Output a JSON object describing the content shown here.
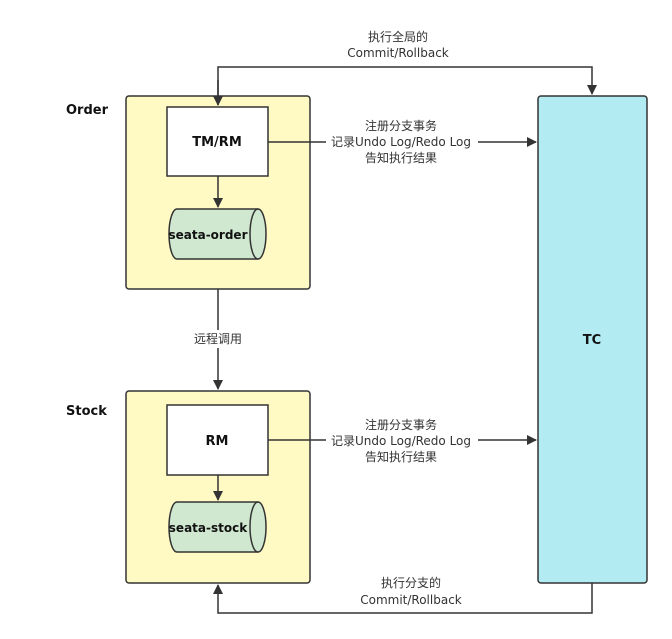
{
  "labels": {
    "order": "Order",
    "stock": "Stock",
    "tmrm": "TM/RM",
    "rm": "RM",
    "seata_order": "seata-order",
    "seata_stock": "seata-stock",
    "tc": "TC",
    "global_line1": "执行全局的",
    "global_line2": "Commit/Rollback",
    "branch_line1": "执行分支的",
    "branch_line2": "Commit/Rollback",
    "remote_call": "远程调用",
    "reg_line1": "注册分支事务",
    "reg_line2": "记录Undo Log/Redo Log",
    "reg_line3": "告知执行结果"
  },
  "colors": {
    "service_fill": "#fff9c4",
    "db_fill": "#cfe8cf",
    "tc_fill": "#b2ebf2",
    "line": "#333333"
  }
}
